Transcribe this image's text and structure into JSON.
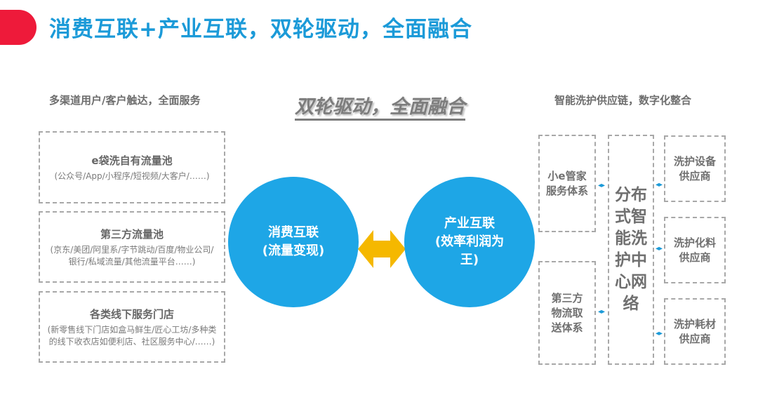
{
  "title": "消费互联+产业互联，双轮驱动，全面融合",
  "left_subtitle": "多渠道用户/客户触达，全面服务",
  "center_title": "双轮驱动，全面融合",
  "right_subtitle": "智能洗护供应链，数字化整合",
  "left_boxes": [
    {
      "heading": "e袋洗自有流量池",
      "detail": "(公众号/App/小程序/短视频/大客户/……)"
    },
    {
      "heading": "第三方流量池",
      "detail": "(京东/美团/阿里系/字节跳动/百度/物业公司/银行/私域流量/其他流量平台……)"
    },
    {
      "heading": "各类线下服务门店",
      "detail": "(新零售线下门店如盒马鲜生/匠心工坊/多种类的线下收衣店如便利店、社区服务中心/……)"
    }
  ],
  "left_circle": {
    "line1": "消费互联",
    "line2": "(流量变现)"
  },
  "right_circle": {
    "line1": "产业互联",
    "line2": "(效率利润为王)"
  },
  "service_boxes": [
    "小e管家服务体系",
    "第三方物流取送体系"
  ],
  "hub": "分布式智能洗护中心网络",
  "supplier_boxes": [
    "洗护设备供应商",
    "洗护化料供应商",
    "洗护耗材供应商"
  ],
  "colors": {
    "accent": "#1b9ad8",
    "red": "#ee1a3a",
    "arrow": "#f5b800"
  },
  "icons": {
    "small_arrow": "◂▸"
  }
}
